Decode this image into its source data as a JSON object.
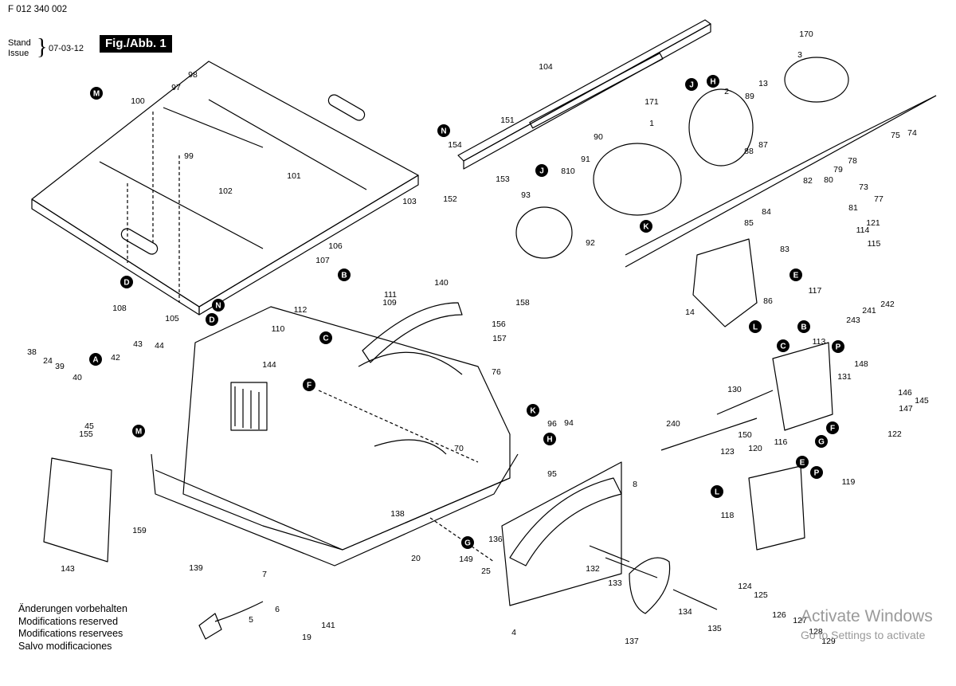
{
  "header": {
    "doc_number": "F 012 340 002",
    "stand_label": "Stand",
    "issue_label": "Issue",
    "date": "07-03-12",
    "figure_label": "Fig./Abb. 1"
  },
  "notes": [
    "Änderungen vorbehalten",
    "Modifications reserved",
    "Modifications reservees",
    "Salvo modificaciones"
  ],
  "watermark": {
    "line1": "Activate Windows",
    "line2": "Go to Settings to activate"
  },
  "reference_letters": [
    "M",
    "N",
    "D",
    "A",
    "C",
    "B",
    "F",
    "J",
    "H",
    "K",
    "E",
    "L",
    "G",
    "P"
  ],
  "part_numbers": [
    "1",
    "2",
    "3",
    "4",
    "5",
    "6",
    "7",
    "8",
    "13",
    "14",
    "19",
    "20",
    "24",
    "25",
    "38",
    "39",
    "40",
    "42",
    "43",
    "44",
    "45",
    "70",
    "73",
    "74",
    "75",
    "76",
    "77",
    "78",
    "79",
    "80",
    "81",
    "82",
    "83",
    "84",
    "85",
    "86",
    "87",
    "88",
    "89",
    "90",
    "91",
    "92",
    "93",
    "94",
    "95",
    "96",
    "97",
    "98",
    "99",
    "100",
    "101",
    "102",
    "103",
    "104",
    "105",
    "106",
    "107",
    "108",
    "109",
    "110",
    "111",
    "112",
    "113",
    "114",
    "115",
    "116",
    "117",
    "118",
    "119",
    "120",
    "121",
    "122",
    "123",
    "124",
    "125",
    "126",
    "127",
    "128",
    "129",
    "130",
    "131",
    "132",
    "133",
    "134",
    "135",
    "136",
    "137",
    "138",
    "139",
    "140",
    "141",
    "143",
    "144",
    "145",
    "146",
    "147",
    "148",
    "149",
    "150",
    "151",
    "152",
    "153",
    "154",
    "155",
    "156",
    "157",
    "158",
    "159",
    "170",
    "171",
    "240",
    "241",
    "242",
    "243",
    "810"
  ]
}
